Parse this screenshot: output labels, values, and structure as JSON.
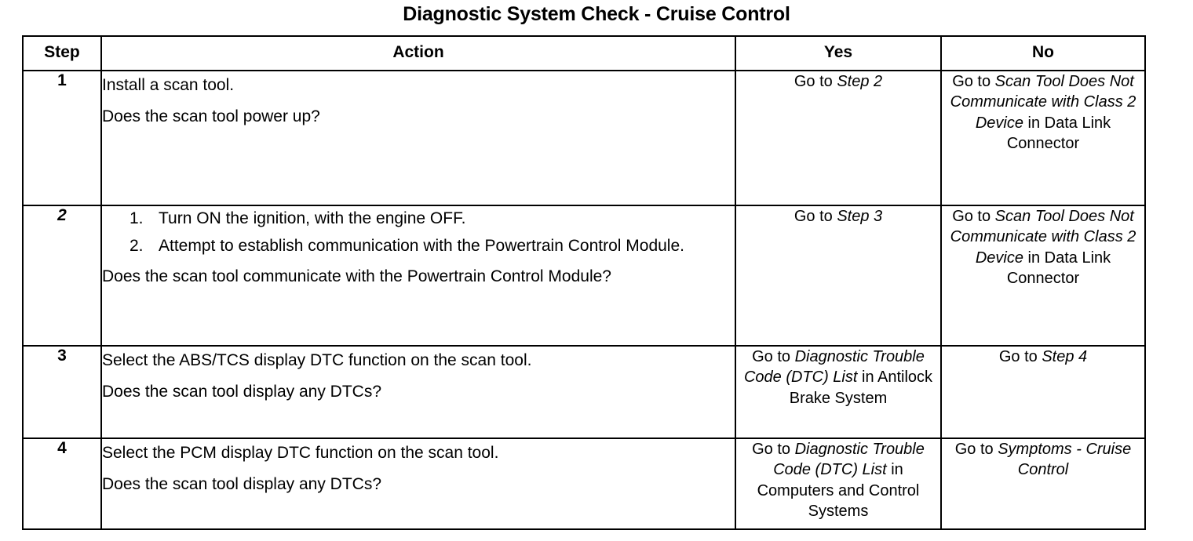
{
  "document": {
    "title": "Diagnostic System Check - Cruise Control"
  },
  "table": {
    "headers": {
      "step": "Step",
      "action": "Action",
      "yes": "Yes",
      "no": "No"
    },
    "rows": [
      {
        "step": "1",
        "step_italic": false,
        "action_lines": [
          "Install a scan tool.",
          "Does the scan tool power up?"
        ],
        "numbered_items": [],
        "yes": {
          "prefix": "Go to ",
          "ref": "Step 2",
          "suffix": "",
          "align": "bottom"
        },
        "no": {
          "prefix": "Go to ",
          "ref": "Scan Tool Does Not Communicate with Class 2 Device",
          "suffix": " in Data Link Connector",
          "align": "top"
        }
      },
      {
        "step": "2",
        "step_italic": true,
        "action_lines": [
          "Does the scan tool communicate with the Powertrain Control Module?"
        ],
        "numbered_items": [
          {
            "num": "1.",
            "text": "Turn ON the ignition, with the engine OFF."
          },
          {
            "num": "2.",
            "text": "Attempt to establish communication with the Powertrain Control Module."
          }
        ],
        "yes": {
          "prefix": "Go to ",
          "ref": "Step 3",
          "suffix": "",
          "align": "bottom"
        },
        "no": {
          "prefix": "Go to ",
          "ref": "Scan Tool Does Not Communicate with Class 2 Device",
          "suffix": " in Data Link Connector",
          "align": "top"
        }
      },
      {
        "step": "3",
        "step_italic": false,
        "action_lines": [
          "Select the ABS/TCS display DTC function on the scan tool.",
          "Does the scan tool display any DTCs?"
        ],
        "numbered_items": [],
        "yes": {
          "prefix": "Go to ",
          "ref": "Diagnostic Trouble Code (DTC) List",
          "suffix": " in Antilock Brake System",
          "align": "top"
        },
        "no": {
          "prefix": "Go to ",
          "ref": "Step 4",
          "suffix": "",
          "align": "bottom"
        }
      },
      {
        "step": "4",
        "step_italic": false,
        "action_lines": [
          "Select the PCM display DTC function on the scan tool.",
          "Does the scan tool display any DTCs?"
        ],
        "numbered_items": [],
        "yes": {
          "prefix": "Go to ",
          "ref": "Diagnostic Trouble Code (DTC) List",
          "suffix": " in Computers and Control  Systems",
          "align": "top"
        },
        "no": {
          "prefix": "Go to ",
          "ref": "Symptoms - Cruise Control",
          "suffix": "",
          "align": "bottom"
        }
      }
    ]
  }
}
